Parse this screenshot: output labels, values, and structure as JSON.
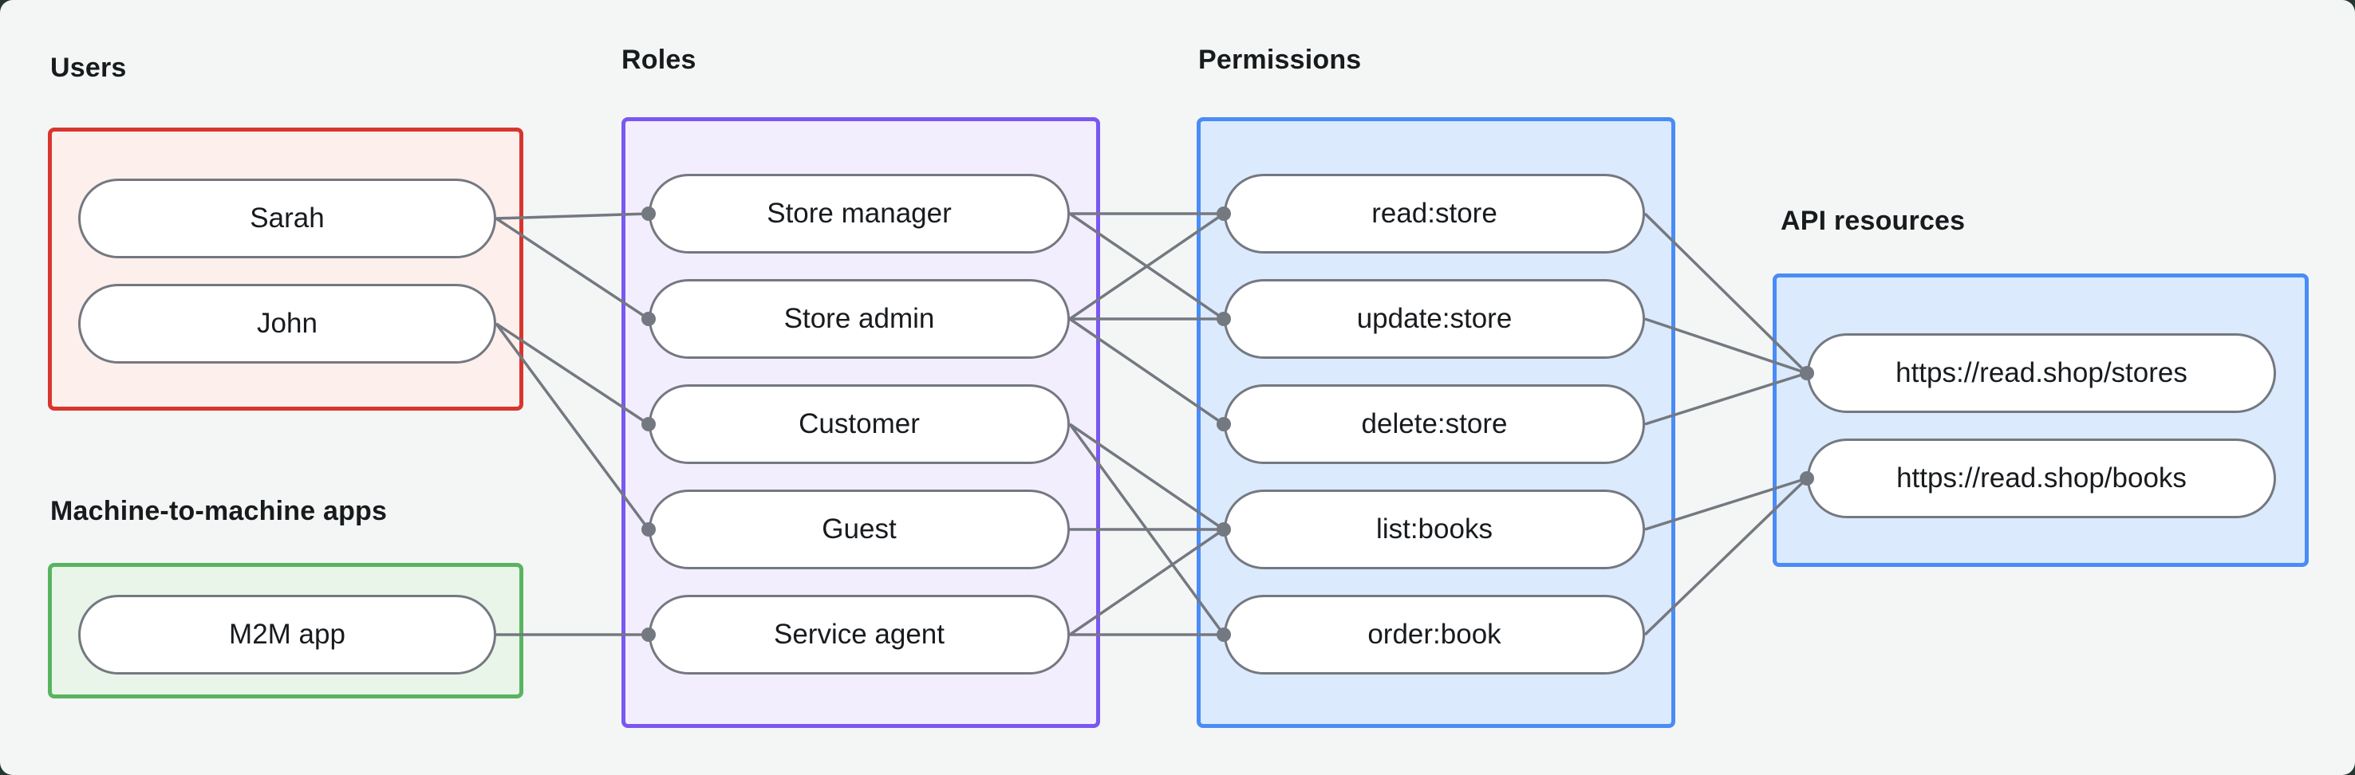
{
  "page": {
    "background_color": "#f4f6f5",
    "outer_background_color": "#263630"
  },
  "diagram": {
    "edge_color": "#747880",
    "node_border_color": "#747880",
    "node_fill_color": "#ffffff",
    "text_color": "#181b1e",
    "groups": [
      {
        "id": "users",
        "label": "Users",
        "border_color": "#d8352f",
        "fill_color": "#fcefec",
        "nodes": [
          {
            "id": "sarah",
            "label": "Sarah"
          },
          {
            "id": "john",
            "label": "John"
          }
        ]
      },
      {
        "id": "roles",
        "label": "Roles",
        "border_color": "#7a57f2",
        "fill_color": "#f3eefd",
        "nodes": [
          {
            "id": "store-manager",
            "label": "Store manager"
          },
          {
            "id": "store-admin",
            "label": "Store admin"
          },
          {
            "id": "customer",
            "label": "Customer"
          },
          {
            "id": "guest",
            "label": "Guest"
          },
          {
            "id": "service-agent",
            "label": "Service agent"
          }
        ]
      },
      {
        "id": "permissions",
        "label": "Permissions",
        "border_color": "#4a8cf7",
        "fill_color": "#dbeafc",
        "nodes": [
          {
            "id": "read-store",
            "label": "read:store"
          },
          {
            "id": "update-store",
            "label": "update:store"
          },
          {
            "id": "delete-store",
            "label": "delete:store"
          },
          {
            "id": "list-books",
            "label": "list:books"
          },
          {
            "id": "order-book",
            "label": "order:book"
          }
        ]
      },
      {
        "id": "api",
        "label": "API resources",
        "border_color": "#4a8cf7",
        "fill_color": "#dbeafc",
        "nodes": [
          {
            "id": "stores",
            "label": "https://read.shop/stores"
          },
          {
            "id": "books",
            "label": "https://read.shop/books"
          }
        ]
      },
      {
        "id": "m2m",
        "label": "Machine-to-machine apps",
        "border_color": "#58b460",
        "fill_color": "#e9f5e8",
        "nodes": [
          {
            "id": "m2m-app",
            "label": "M2M app"
          }
        ]
      }
    ],
    "edges": [
      {
        "from": "sarah",
        "to": "store-manager"
      },
      {
        "from": "sarah",
        "to": "store-admin"
      },
      {
        "from": "john",
        "to": "customer"
      },
      {
        "from": "john",
        "to": "guest"
      },
      {
        "from": "m2m-app",
        "to": "service-agent"
      },
      {
        "from": "store-manager",
        "to": "read-store"
      },
      {
        "from": "store-manager",
        "to": "update-store"
      },
      {
        "from": "store-admin",
        "to": "read-store"
      },
      {
        "from": "store-admin",
        "to": "update-store"
      },
      {
        "from": "store-admin",
        "to": "delete-store"
      },
      {
        "from": "customer",
        "to": "list-books"
      },
      {
        "from": "customer",
        "to": "order-book"
      },
      {
        "from": "guest",
        "to": "list-books"
      },
      {
        "from": "service-agent",
        "to": "list-books"
      },
      {
        "from": "service-agent",
        "to": "order-book"
      },
      {
        "from": "read-store",
        "to": "stores"
      },
      {
        "from": "update-store",
        "to": "stores"
      },
      {
        "from": "delete-store",
        "to": "stores"
      },
      {
        "from": "list-books",
        "to": "books"
      },
      {
        "from": "order-book",
        "to": "books"
      }
    ]
  }
}
